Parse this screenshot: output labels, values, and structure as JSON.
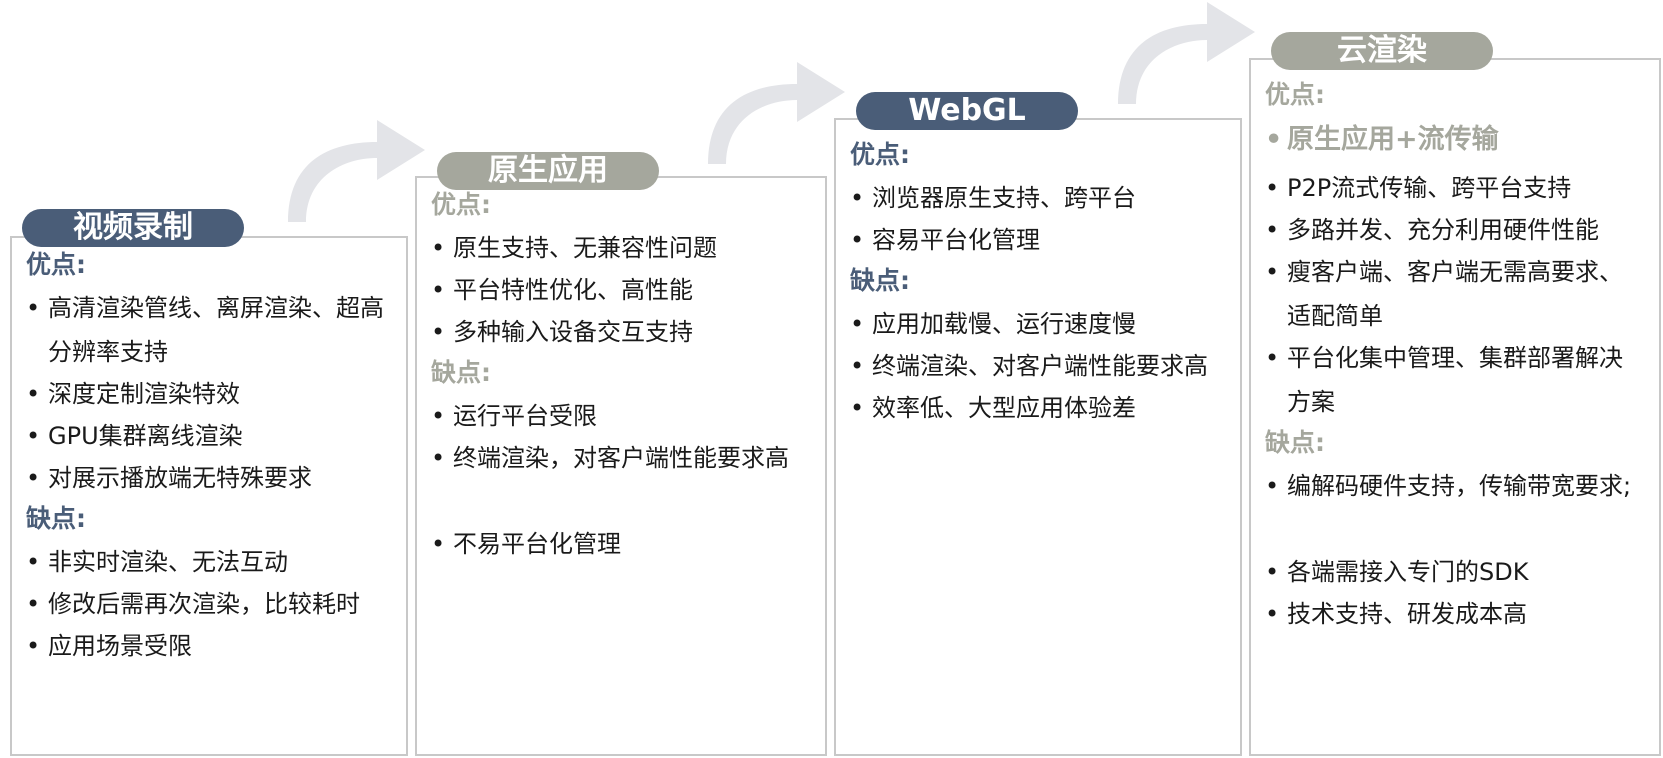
{
  "colors": {
    "dark_accent": "#4a5d78",
    "grey_accent": "#a5a79d",
    "arrow": "#e3e4e8",
    "border": "#c8c8c8",
    "text": "#1a1a1a"
  },
  "icons": [
    "curved-arrow-icon"
  ],
  "stages": [
    {
      "title": "视频录制",
      "theme": "dark",
      "pros_label": "优点:",
      "pros": [
        "高清渲染管线、离屏渲染、超高分辨率支持",
        "深度定制渲染特效",
        "GPU集群离线渲染",
        "对展示播放端无特殊要求"
      ],
      "cons_label": "缺点:",
      "cons": [
        "非实时渲染、无法互动",
        "修改后需再次渲染，比较耗时",
        "应用场景受限"
      ]
    },
    {
      "title": "原生应用",
      "theme": "grey",
      "pros_label": "优点:",
      "pros": [
        "原生支持、无兼容性问题",
        "平台特性优化、高性能",
        "多种输入设备交互支持"
      ],
      "cons_label": "缺点:",
      "cons": [
        "运行平台受限",
        "终端渲染，对客户端性能要求高",
        "不易平台化管理"
      ]
    },
    {
      "title": "WebGL",
      "theme": "dark",
      "pros_label": "优点:",
      "pros": [
        "浏览器原生支持、跨平台",
        "容易平台化管理"
      ],
      "cons_label": "缺点:",
      "cons": [
        "应用加载慢、运行速度慢",
        "终端渲染、对客户端性能要求高",
        "效率低、大型应用体验差"
      ]
    },
    {
      "title": "云渲染",
      "theme": "grey",
      "pros_label": "优点:",
      "highlight": "原生应用+流传输",
      "pros": [
        "P2P流式传输、跨平台支持",
        "多路并发、充分利用硬件性能",
        "瘦客户端、客户端无需高要求、适配简单",
        "平台化集中管理、集群部署解决方案"
      ],
      "cons_label": "缺点:",
      "cons": [
        "编解码硬件支持，传输带宽要求;",
        "各端需接入专门的SDK",
        "技术支持、研发成本高"
      ]
    }
  ]
}
